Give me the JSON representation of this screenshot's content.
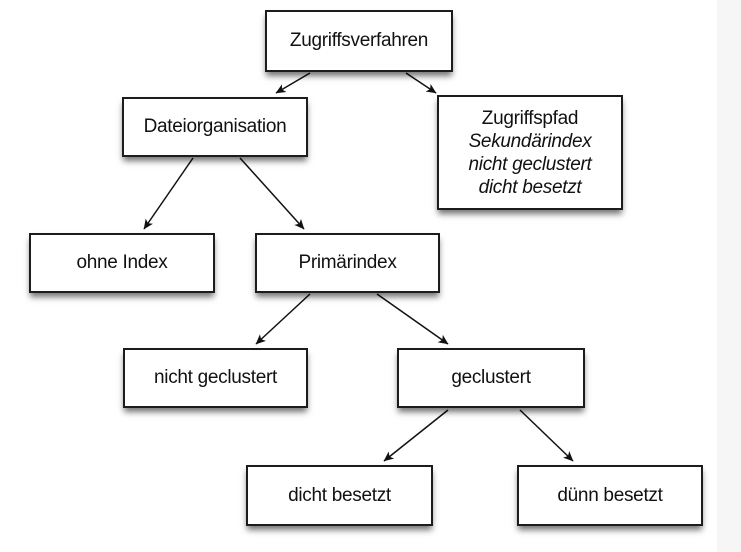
{
  "colors": {
    "background": "#ffffff",
    "page_edge_band": "#f6f6f6",
    "node_fill": "#ffffff",
    "node_border": "#1c1c1c",
    "edge_line": "#111111",
    "text": "#111111"
  },
  "diagram": {
    "type": "tree",
    "language": "de",
    "nodes": [
      {
        "id": "zugriffsverfahren",
        "label": "Zugriffsverfahren"
      },
      {
        "id": "dateiorganisation",
        "label": "Dateiorganisation"
      },
      {
        "id": "zugriffspfad",
        "lines": [
          "Zugriffspfad",
          "Sekundärindex",
          "nicht geclustert",
          "dicht besetzt"
        ],
        "line_styles": [
          "regular",
          "italic",
          "italic",
          "italic"
        ]
      },
      {
        "id": "ohne-index",
        "label": "ohne Index"
      },
      {
        "id": "primaerindex",
        "label": "Primärindex"
      },
      {
        "id": "nicht-geclustert",
        "label": "nicht geclustert"
      },
      {
        "id": "geclustert",
        "label": "geclustert"
      },
      {
        "id": "dicht-besetzt",
        "label": "dicht besetzt"
      },
      {
        "id": "duenn-besetzt",
        "label": "dünn besetzt"
      }
    ],
    "edges": [
      {
        "from": "zugriffsverfahren",
        "to": "dateiorganisation"
      },
      {
        "from": "zugriffsverfahren",
        "to": "zugriffspfad"
      },
      {
        "from": "dateiorganisation",
        "to": "ohne-index"
      },
      {
        "from": "dateiorganisation",
        "to": "primaerindex"
      },
      {
        "from": "primaerindex",
        "to": "nicht-geclustert"
      },
      {
        "from": "primaerindex",
        "to": "geclustert"
      },
      {
        "from": "geclustert",
        "to": "dicht-besetzt"
      },
      {
        "from": "geclustert",
        "to": "duenn-besetzt"
      }
    ]
  }
}
